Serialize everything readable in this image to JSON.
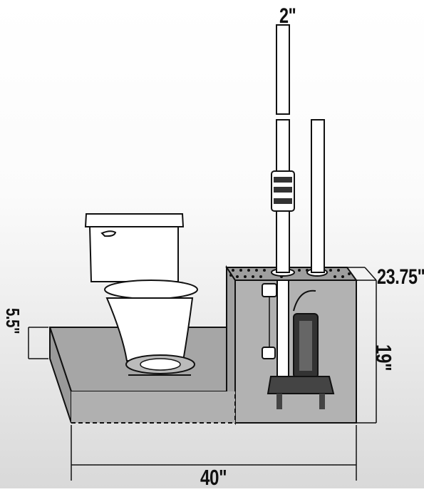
{
  "dimensions": {
    "pipe_diameter": "2\"",
    "basin_depth": "23.75\"",
    "basin_height": "19\"",
    "step_height": "5.5\"",
    "total_length": "40\""
  },
  "colors": {
    "floor_fill": "#a9a9a9",
    "basin_fill": "#b0b0b0",
    "line": "#111111",
    "white": "#ffffff"
  }
}
